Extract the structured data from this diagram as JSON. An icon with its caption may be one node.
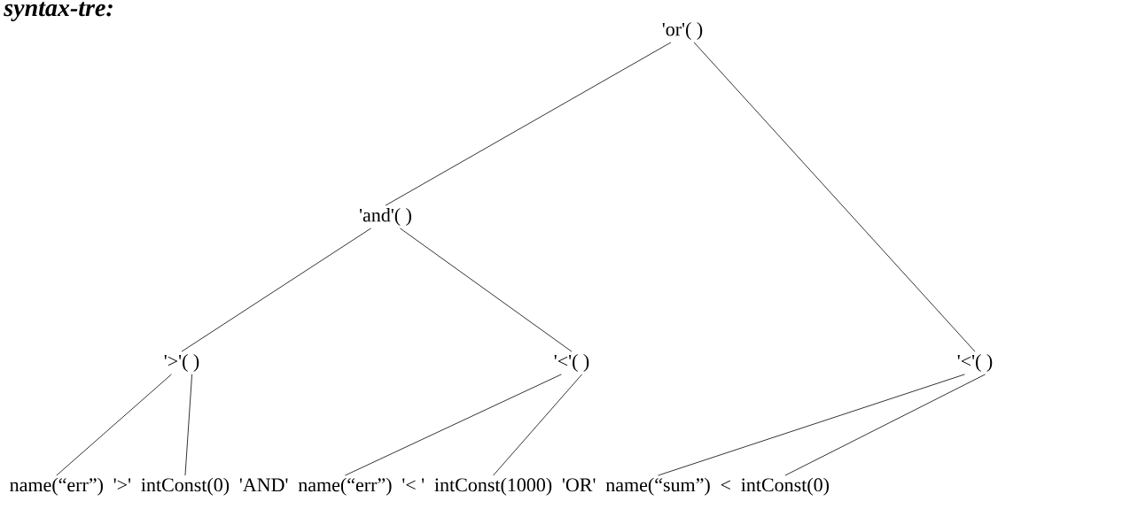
{
  "diagram": {
    "title": "syntax-tre:",
    "nodes": [
      {
        "text": [
          "'or'( )"
        ]
      },
      {
        "text": [
          "'and'( )"
        ]
      },
      {
        "text": [
          "'>'( )"
        ]
      },
      {
        "text": [
          "'<'( )"
        ]
      },
      {
        "text": [
          "'<'( )"
        ]
      },
      {
        "text": [
          "name(“err”)"
        ]
      },
      {
        "text": [
          "intConst(0)"
        ]
      },
      {
        "text": [
          "name(“err”)"
        ]
      },
      {
        "text": [
          "intConst(1000)"
        ]
      },
      {
        "text": [
          "name(“sum”)"
        ]
      },
      {
        "text": [
          "intConst(0)"
        ]
      }
    ],
    "edges": [
      {
        "from": 0,
        "to": 1,
        "arrow": "none"
      },
      {
        "from": 0,
        "to": 4,
        "arrow": "none"
      },
      {
        "from": 1,
        "to": 2,
        "arrow": "none"
      },
      {
        "from": 1,
        "to": 3,
        "arrow": "none"
      },
      {
        "from": 2,
        "to": 5,
        "arrow": "none"
      },
      {
        "from": 2,
        "to": 6,
        "arrow": "none"
      },
      {
        "from": 3,
        "to": 7,
        "arrow": "none"
      },
      {
        "from": 3,
        "to": 8,
        "arrow": "none"
      },
      {
        "from": 4,
        "to": 9,
        "arrow": "none"
      },
      {
        "from": 4,
        "to": 10,
        "arrow": "none"
      }
    ],
    "labels": [
      "'>'",
      "'AND'",
      "'< '",
      "'OR'",
      "<"
    ]
  }
}
